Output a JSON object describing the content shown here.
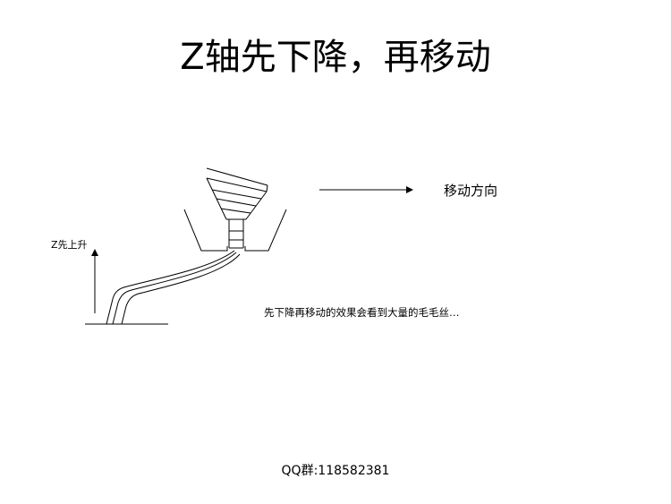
{
  "slide": {
    "title": "Z轴先下降，再移动"
  },
  "diagram": {
    "move_direction_label": "移动方向",
    "z_up_label": "Z先上升",
    "effect_caption": "先下降再移动的效果会看到大量的毛毛丝…"
  },
  "footer": {
    "qq_text": "QQ群:118582381"
  }
}
